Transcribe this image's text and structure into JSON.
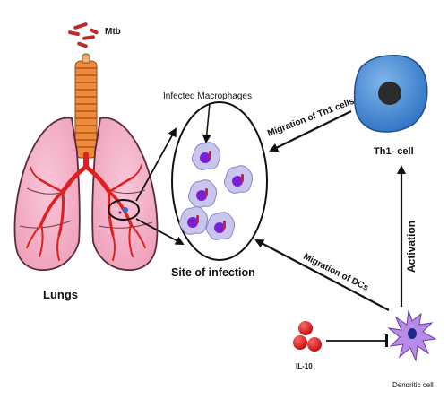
{
  "labels": {
    "mtb": "Mtb",
    "infected_macrophages": "Infected Macrophages",
    "migration_th1": "Migration of Th1 cells",
    "th1_cell": "Th1- cell",
    "lungs": "Lungs",
    "site_of_infection": "Site of infection",
    "migration_dcs": "Migration of DCs",
    "activation": "Activation",
    "il10": "IL-10",
    "dendritic_cell": "Dendritic cell"
  },
  "colors": {
    "lung_fill": "#f5b3c9",
    "lung_outline": "#5a2a3a",
    "bronchi": "#e01f1f",
    "trachea": "#f08a3a",
    "th1_cell": "#4a8fd6",
    "th1_nucleus": "#2b2b2b",
    "macrophage": "#c8c6ee",
    "macrophage_nucleus": "#7a1fd6",
    "dendritic_cell": "#b88be6",
    "il10": "#e51c1c",
    "mtb": "#c0282a"
  }
}
